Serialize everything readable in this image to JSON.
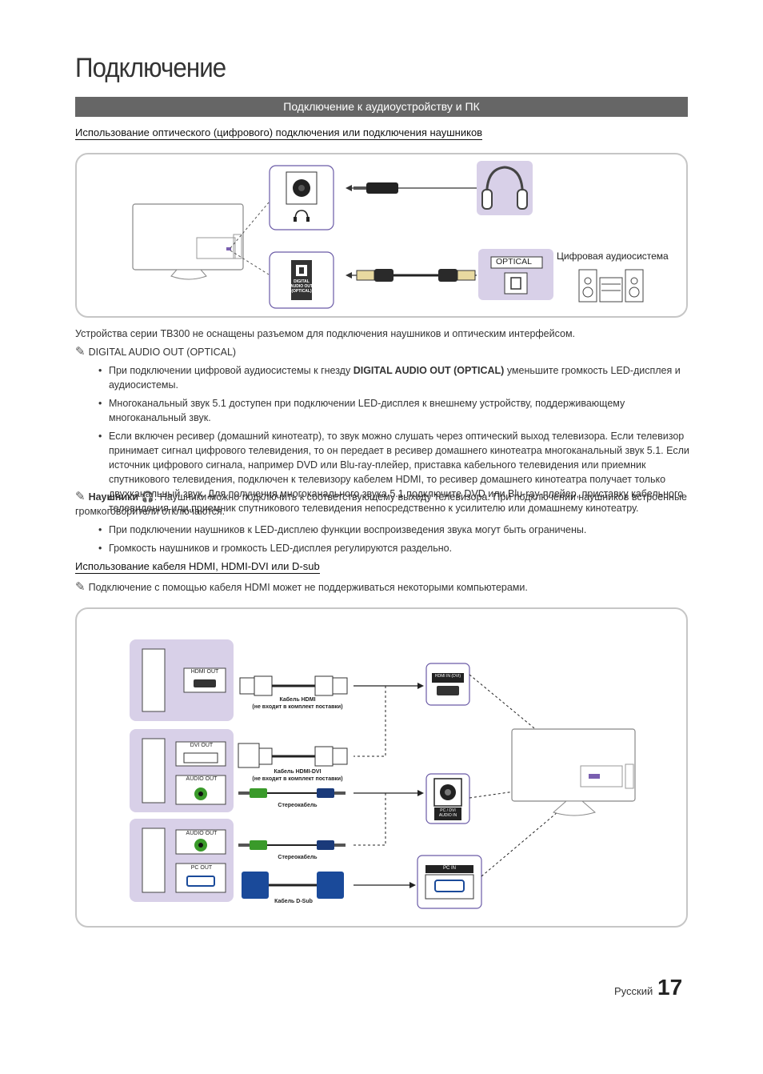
{
  "title": "Подключение",
  "section_bar": "Подключение к аудиоустройству и ПК",
  "sub1": "Использование оптического (цифрового) подключения или подключения наушников",
  "diagram1": {
    "optical_label": "OPTICAL",
    "digital_audio_label": "Цифровая аудиосистема",
    "port_label": "DIGITAL AUDIO OUT (OPTICAL)"
  },
  "intro_text": "Устройства серии TB300 не оснащены разъемом для подключения наушников и оптическим интерфейсом.",
  "note1": {
    "title": "DIGITAL AUDIO OUT (OPTICAL)",
    "bullets": [
      {
        "pre": "При подключении цифровой аудиосистемы к гнезду ",
        "bold": "DIGITAL AUDIO OUT (OPTICAL)",
        "post": " уменьшите громкость LED-дисплея и аудиосистемы."
      },
      {
        "pre": "Многоканальный звук 5.1 доступен при подключении LED-дисплея к внешнему устройству, поддерживающему многоканальный звук.",
        "bold": "",
        "post": ""
      },
      {
        "pre": "Если включен ресивер (домашний кинотеатр), то звук можно слушать через оптический выход телевизора. Если телевизор принимает сигнал цифрового телевидения, то он передает в ресивер домашнего кинотеатра многоканальный звук 5.1. Если источник цифрового сигнала, например DVD или Blu-ray-плейер, приставка кабельного телевидения или приемник спутникового телевидения, подключен к телевизору кабелем HDMI, то ресивер домашнего кинотеатра получает только двухканальный звук. Для получения многоканального звука 5.1 подключите DVD или Blu-ray-плейер, приставку кабельного телевидения или приемник спутникового телевидения непосредственно к усилителю или домашнему кинотеатру.",
        "bold": "",
        "post": ""
      }
    ]
  },
  "note2": {
    "bold": "Наушники",
    "text": ": Наушники можно подключить к соответствующему выходу телевизора. При подключении наушников встроенные громкоговорители отключаются.",
    "bullets": [
      "При подключении наушников к LED-дисплею функции воспроизведения звука могут быть ограничены.",
      "Громкость наушников и громкость LED-дисплея регулируются раздельно."
    ]
  },
  "sub2": "Использование кабеля HDMI, HDMI-DVI или D-sub",
  "note3": "Подключение с помощью кабеля HDMI может не поддерживаться некоторыми компьютерами.",
  "diagram2": {
    "hdmi_out": "HDMI OUT",
    "dvi_out": "DVI OUT",
    "audio_out_1": "AUDIO OUT",
    "audio_out_2": "AUDIO OUT",
    "pc_out": "PC OUT",
    "hdmi_in": "HDMI IN (DVI)",
    "pc_dvi_audio_in": "PC / DVI AUDIO IN",
    "pc_in": "PC IN",
    "cable_hdmi": "Кабель HDMI",
    "cable_hdmi_note": "(не входит в комплект поставки)",
    "cable_hdmi_dvi": "Кабель HDMI-DVI",
    "cable_hdmi_dvi_note": "(не входит в комплект поставки)",
    "stereo_cable_1": "Стереокабель",
    "stereo_cable_2": "Стереокабель",
    "cable_dsub": "Кабель D-Sub"
  },
  "footer": {
    "language": "Русский",
    "page": "17"
  },
  "colors": {
    "section_bar": "#666666",
    "panel_lilac": "#d8d0e8",
    "frame_border": "#c6c6c6"
  }
}
